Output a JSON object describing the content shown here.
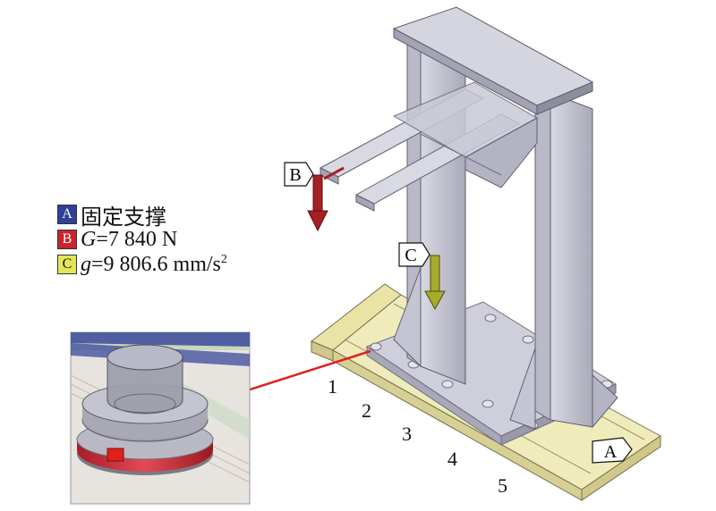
{
  "legend": {
    "items": [
      {
        "key": "A",
        "color": "#2f3f9a",
        "text": "固定支撑"
      },
      {
        "key": "B",
        "color": "#c8252f",
        "symbol": "G",
        "text": "=7 840 N"
      },
      {
        "key": "C",
        "color": "#e4e45a",
        "symbol": "g",
        "text": "=9 806.6 mm/s",
        "sup": "2"
      }
    ]
  },
  "callouts": {
    "a": "A",
    "b": "B",
    "c": "C"
  },
  "position_labels": [
    "1",
    "2",
    "3",
    "4",
    "5"
  ],
  "colors": {
    "frame": "#c7c7d4",
    "frame_dark": "#8f8fa0",
    "base_rail": "#e8e3a2",
    "arrow_b": "#a51f24",
    "arrow_c": "#a7aa2a",
    "leader": "#e0201b"
  }
}
